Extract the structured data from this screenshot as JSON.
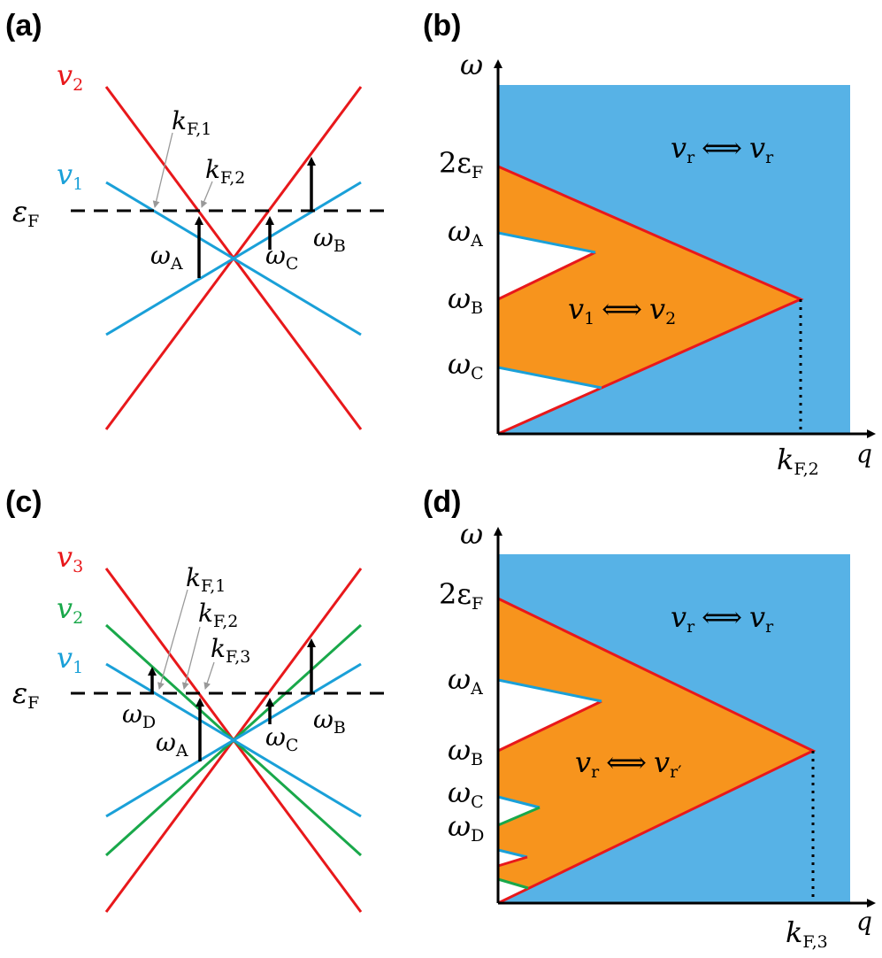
{
  "panels": {
    "a": {
      "label": "(a)",
      "bands": [
        "v",
        "v"
      ],
      "band_subs": [
        "2",
        "1"
      ],
      "kf": [
        "k",
        "k"
      ],
      "kf_subs": [
        "F,1",
        "F,2"
      ],
      "fermi": "ε",
      "fermi_sub": "F",
      "transitions": [
        "ω",
        "ω",
        "ω"
      ],
      "transition_subs": [
        "A",
        "C",
        "B"
      ]
    },
    "b": {
      "label": "(b)",
      "y_axis": "ω",
      "x_axis": "q",
      "y_ticks": [
        "2ε",
        "ω",
        "ω",
        "ω"
      ],
      "y_tick_subs": [
        "F",
        "A",
        "B",
        "C"
      ],
      "x_tick": "k",
      "x_tick_sub": "F,2",
      "region_outer": {
        "left": "v",
        "left_sub": "r",
        "arrow": "⟺",
        "right": "v",
        "right_sub": "r"
      },
      "region_inner": {
        "left": "v",
        "left_sub": "1",
        "arrow": "⟺",
        "right": "v",
        "right_sub": "2"
      }
    },
    "c": {
      "label": "(c)",
      "bands": [
        "v",
        "v",
        "v"
      ],
      "band_subs": [
        "3",
        "2",
        "1"
      ],
      "kf": [
        "k",
        "k",
        "k"
      ],
      "kf_subs": [
        "F,1",
        "F,2",
        "F,3"
      ],
      "fermi": "ε",
      "fermi_sub": "F",
      "transitions": [
        "ω",
        "ω",
        "ω",
        "ω"
      ],
      "transition_subs": [
        "D",
        "A",
        "C",
        "B"
      ]
    },
    "d": {
      "label": "(d)",
      "y_axis": "ω",
      "x_axis": "q",
      "y_ticks": [
        "2ε",
        "ω",
        "ω",
        "ω",
        "ω"
      ],
      "y_tick_subs": [
        "F",
        "A",
        "B",
        "C",
        "D"
      ],
      "x_tick": "k",
      "x_tick_sub": "F,3",
      "region_outer": {
        "left": "v",
        "left_sub": "r",
        "arrow": "⟺",
        "right": "v",
        "right_sub": "r"
      },
      "region_inner": {
        "left": "v",
        "left_sub": "r",
        "arrow": "⟺",
        "right": "v",
        "right_sub": "r′"
      }
    }
  },
  "colors": {
    "red": "#e8181b",
    "blue": "#1aa0d8",
    "green": "#19a84a",
    "orange": "#f7941d",
    "sky": "#57b2e6"
  }
}
